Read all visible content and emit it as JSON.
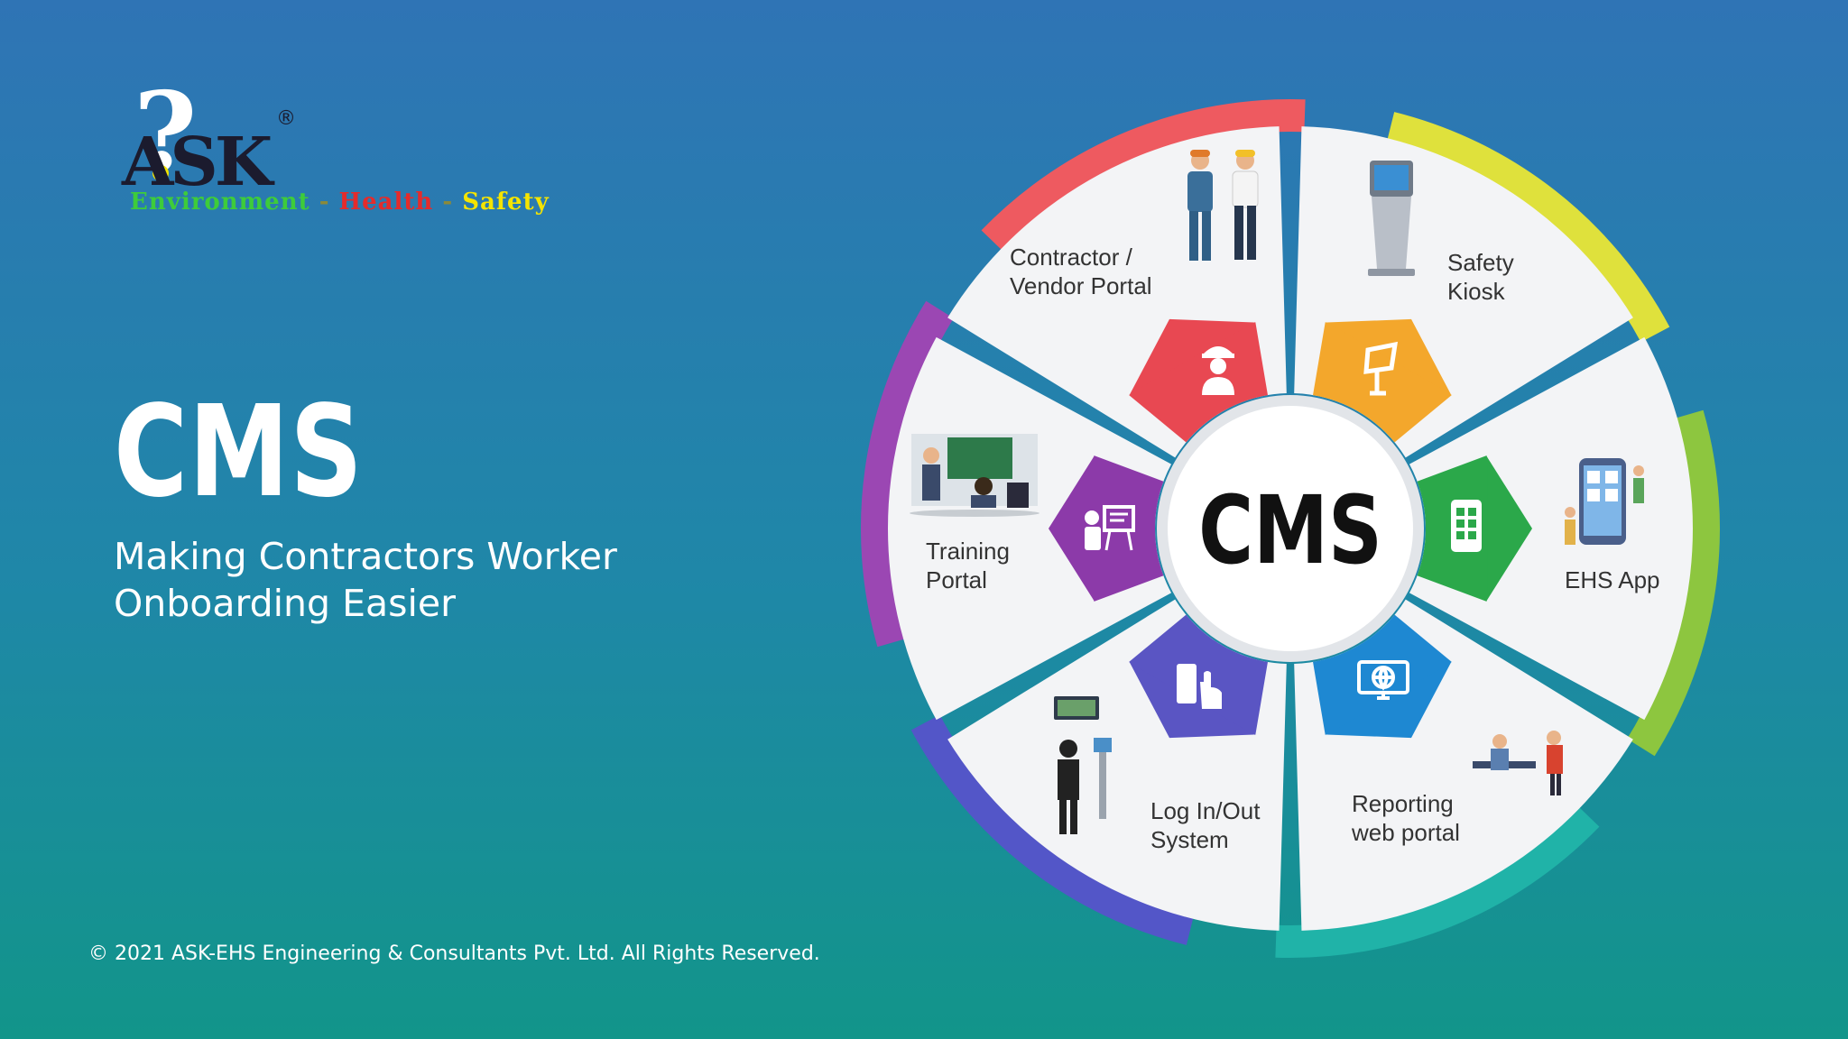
{
  "brand": {
    "logo_letters": "ASK",
    "logo_mark": "?",
    "registered": "®",
    "tagline_environment": "Environment",
    "tagline_health": "Health",
    "tagline_safety": "Safety",
    "tagline_sep": "-"
  },
  "hero": {
    "title": "CMS",
    "subtitle": "Making Contractors Worker Onboarding Easier"
  },
  "wheel": {
    "center": "CMS",
    "segments": [
      {
        "line1": "Contractor /",
        "line2": "Vendor Portal",
        "icon": "worker-icon",
        "color": "#ee5a60",
        "inner": "#e84852"
      },
      {
        "line1": "Safety",
        "line2": "Kiosk",
        "icon": "kiosk-icon",
        "color": "#dfe13c",
        "inner": "#f3a72c"
      },
      {
        "line1": "EHS App",
        "line2": "",
        "icon": "mobile-app-icon",
        "color": "#8dc63f",
        "inner": "#2ba84a"
      },
      {
        "line1": "Reporting",
        "line2": "web portal",
        "icon": "globe-monitor-icon",
        "color": "#20b3a8",
        "inner": "#1e88d2"
      },
      {
        "line1": "Log In/Out",
        "line2": "System",
        "icon": "biometric-icon",
        "color": "#5356c8",
        "inner": "#5a55c3"
      },
      {
        "line1": "Training",
        "line2": "Portal",
        "icon": "presentation-icon",
        "color": "#9b47b3",
        "inner": "#8c3aa9"
      }
    ]
  },
  "footer": {
    "copyright": "© 2021 ASK-EHS Engineering & Consultants Pvt. Ltd. All Rights Reserved."
  }
}
